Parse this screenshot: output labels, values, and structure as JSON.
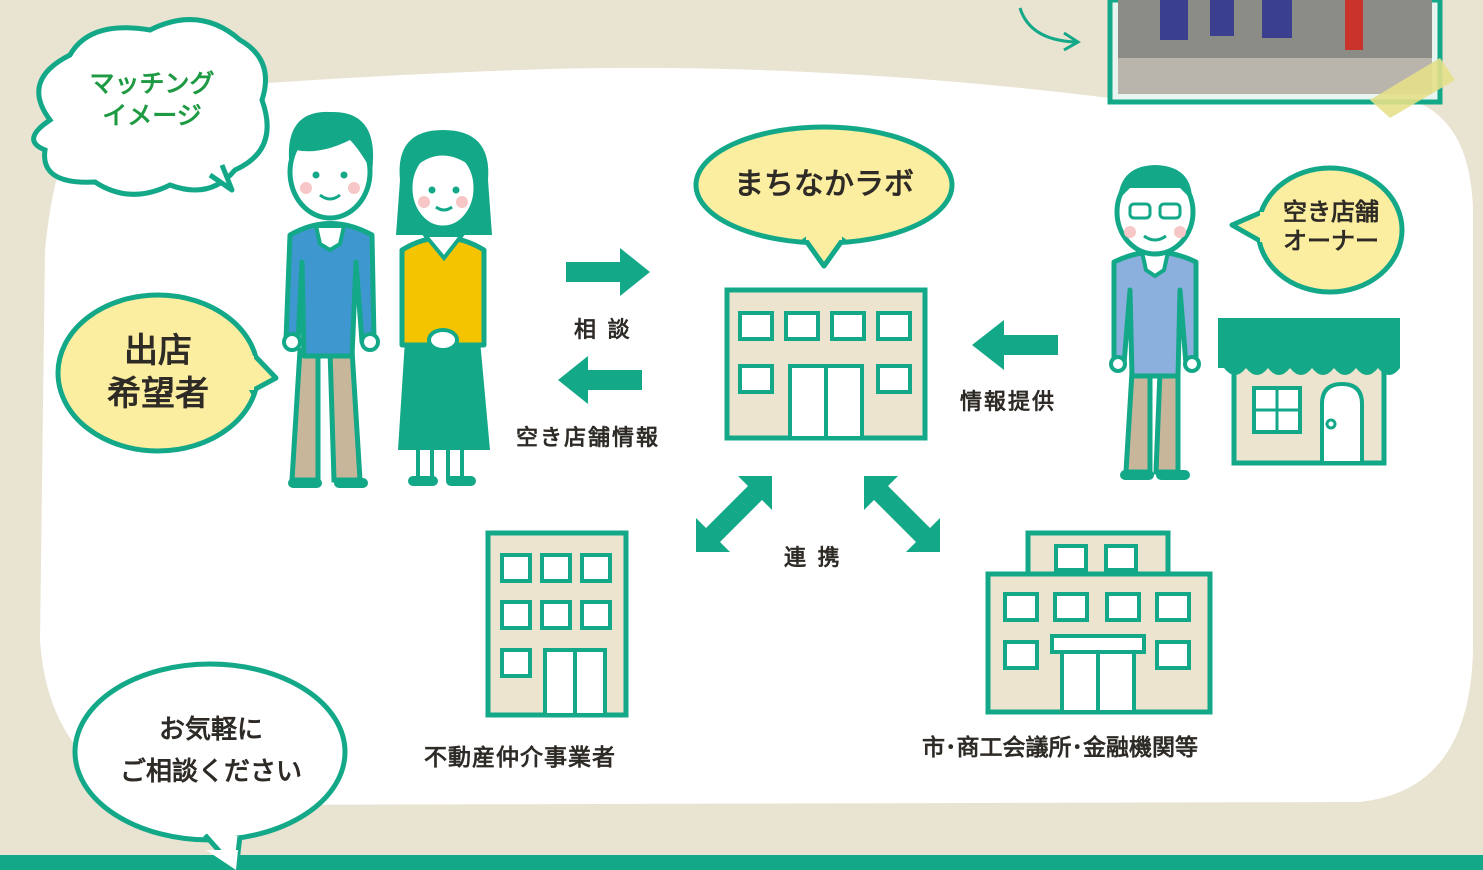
{
  "matching_bubble": {
    "line1": "マッチング",
    "line2": "イメージ"
  },
  "lab_bubble": "まちなかラボ",
  "owner_bubble": {
    "line1": "空き店舗",
    "line2": "オーナー"
  },
  "applicant_bubble": {
    "line1": "出店",
    "line2": "希望者"
  },
  "arrows": {
    "consult": "相 談",
    "vacancy_info": "空き店舗情報",
    "info_provide": "情報提供",
    "cooperation": "連 携"
  },
  "entities": {
    "realestate": "不動産仲介事業者",
    "institutions": "市･商工会議所･金融機関等"
  },
  "footer_bubble": {
    "line1": "お気軽に",
    "line2": "ご相談ください"
  },
  "colors": {
    "teal": "#13a888",
    "green_text": "#1e9a43",
    "cream_bubble": "#fbeea0",
    "building_fill": "#ece4cf",
    "background": "#e9e3d2"
  }
}
